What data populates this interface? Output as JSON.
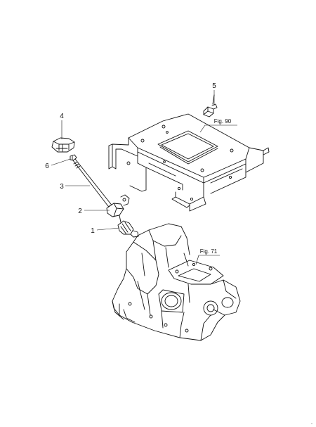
{
  "callouts": [
    {
      "id": "1",
      "label": "1"
    },
    {
      "id": "2",
      "label": "2"
    },
    {
      "id": "3",
      "label": "3"
    },
    {
      "id": "4",
      "label": "4"
    },
    {
      "id": "5",
      "label": "5"
    },
    {
      "id": "6",
      "label": "6"
    }
  ],
  "figure_refs": {
    "bracket": "Fig. 90",
    "housing": "Fig. 71"
  },
  "footer_mark": "."
}
